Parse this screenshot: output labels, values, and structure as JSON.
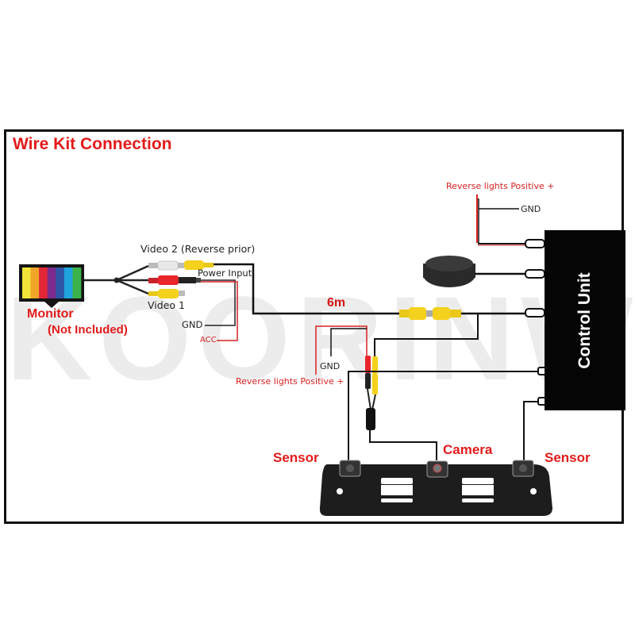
{
  "title": "Wire Kit Connection",
  "watermark": "KOORINWOO",
  "monitor": {
    "label": "Monitor",
    "note": "(Not Included)",
    "color_bars": [
      "#f1e339",
      "#f0a428",
      "#e12638",
      "#7a2b8c",
      "#2f55a6",
      "#1ea3dc",
      "#3bb34a"
    ]
  },
  "rca_cable": {
    "video2_label": "Video 2 (Reverse prior)",
    "power_label": "Power Input",
    "video1_label": "Video 1",
    "gnd_label": "GND",
    "acc_label": "ACC"
  },
  "cable_length_label": "6m",
  "control_unit": {
    "label": "Control Unit",
    "top_wire": {
      "positive_label": "Reverse lights Positive +",
      "gnd_label": "GND"
    }
  },
  "camera_branch": {
    "positive_label": "Reverse lights Positive +",
    "gnd_label": "GND"
  },
  "plate_frame": {
    "left_sensor_label": "Sensor",
    "camera_label": "Camera",
    "right_sensor_label": "Sensor"
  },
  "colors": {
    "title_red": "#e31b1b",
    "wire_red": "#d62222",
    "wire_black": "#111111",
    "rca_yellow": "#f4d11c",
    "rca_red": "#e8262b",
    "rca_white": "#e8e8e8"
  }
}
